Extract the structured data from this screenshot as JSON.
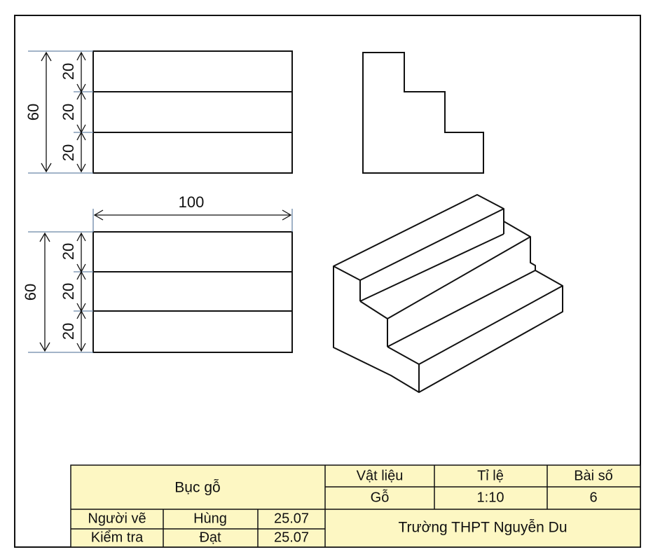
{
  "drawing": {
    "dimensions": {
      "front": {
        "overall": "60",
        "steps": [
          "20",
          "20",
          "20"
        ]
      },
      "top": {
        "width": "100",
        "overall": "60",
        "steps": [
          "20",
          "20",
          "20"
        ]
      }
    }
  },
  "title_block": {
    "name": "Bục gỗ",
    "material_label": "Vật liệu",
    "material_value": "Gỗ",
    "scale_label": "Tỉ lệ",
    "scale_value": "1:10",
    "number_label": "Bài số",
    "number_value": "6",
    "drawn_by_label": "Người vẽ",
    "drawn_by_name": "Hùng",
    "drawn_by_date": "25.07",
    "checked_by_label": "Kiểm tra",
    "checked_by_name": "Đạt",
    "checked_by_date": "25.07",
    "school": "Trường THPT Nguyễn Du"
  },
  "colors": {
    "title_block_fill": "#fdf7c3",
    "dimension_line": "#6b87a8",
    "outline": "#111111"
  }
}
